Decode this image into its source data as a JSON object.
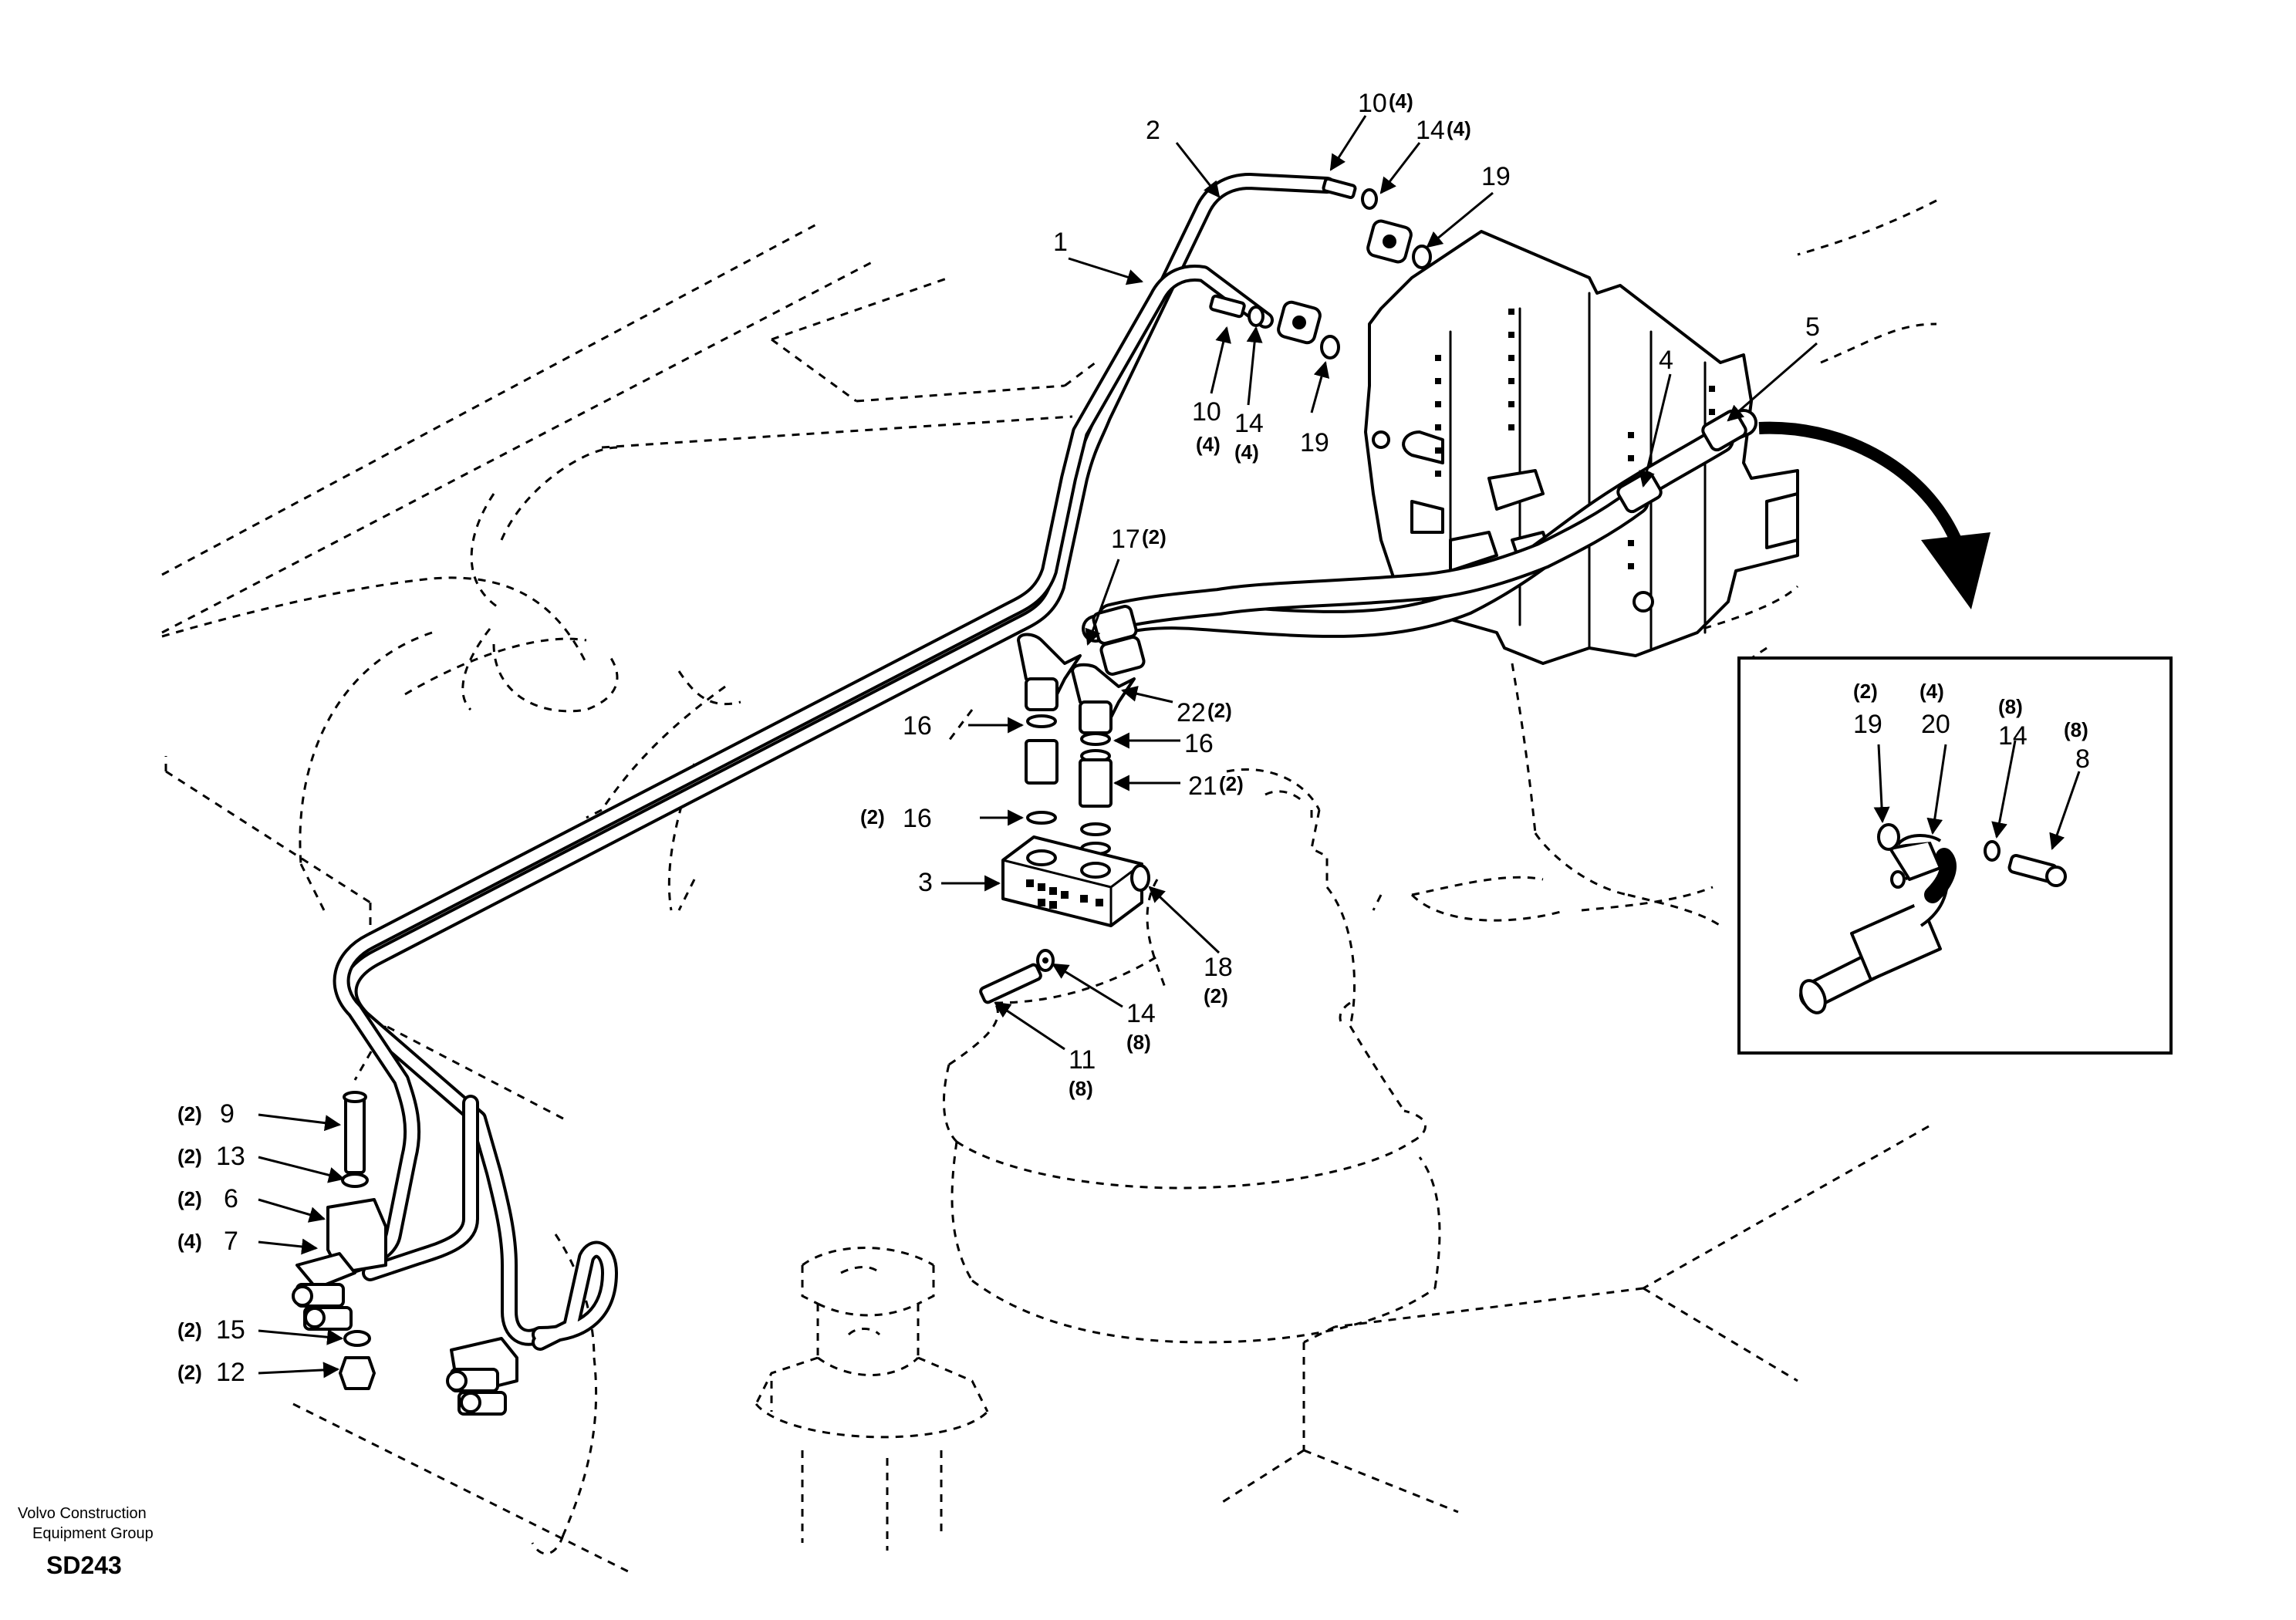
{
  "diagram": {
    "callouts": [
      {
        "num": "1",
        "qty": ""
      },
      {
        "num": "2",
        "qty": ""
      },
      {
        "num": "10",
        "qty": "(4)"
      },
      {
        "num": "14",
        "qty": "(4)"
      },
      {
        "num": "19",
        "qty": ""
      },
      {
        "num": "10",
        "qty": "(4)"
      },
      {
        "num": "14",
        "qty": "(4)"
      },
      {
        "num": "19",
        "qty": ""
      },
      {
        "num": "4",
        "qty": ""
      },
      {
        "num": "5",
        "qty": ""
      },
      {
        "num": "17",
        "qty": "(2)"
      },
      {
        "num": "22",
        "qty": "(2)"
      },
      {
        "num": "16",
        "qty": ""
      },
      {
        "num": "16",
        "qty": ""
      },
      {
        "num": "16",
        "qty": "(2)"
      },
      {
        "num": "21",
        "qty": "(2)"
      },
      {
        "num": "3",
        "qty": ""
      },
      {
        "num": "18",
        "qty": "(2)"
      },
      {
        "num": "14",
        "qty": "(8)"
      },
      {
        "num": "11",
        "qty": "(8)"
      },
      {
        "num": "9",
        "qty": "(2)"
      },
      {
        "num": "13",
        "qty": "(2)"
      },
      {
        "num": "6",
        "qty": "(2)"
      },
      {
        "num": "7",
        "qty": "(4)"
      },
      {
        "num": "15",
        "qty": "(2)"
      },
      {
        "num": "12",
        "qty": "(2)"
      }
    ],
    "inset_callouts": [
      {
        "num": "19",
        "qty": "(2)"
      },
      {
        "num": "20",
        "qty": "(4)"
      },
      {
        "num": "14",
        "qty": "(8)"
      },
      {
        "num": "8",
        "qty": "(8)"
      }
    ]
  },
  "footer": {
    "company_line1": "Volvo Construction",
    "company_line2": "Equipment Group",
    "code": "SD243"
  }
}
